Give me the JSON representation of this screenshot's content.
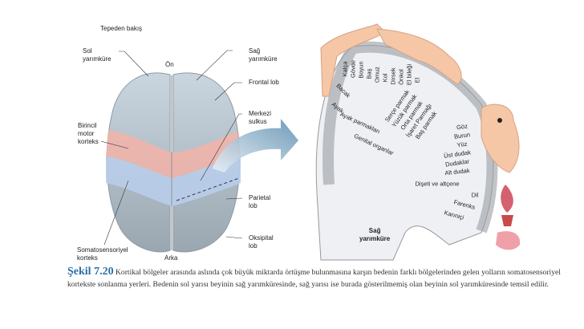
{
  "left_figure": {
    "title": "Tepeden bakış",
    "labels": {
      "sol": "Sol\nyarımküre",
      "on": "Ön",
      "sag": "Sağ\nyarımküre",
      "frontal": "Frontal lob",
      "merkezi": "Merkezi\nsulkus",
      "birincil": "Birincil\nmotor\nkorteks",
      "parietal": "Parietal\nlob",
      "oksipital": "Oksipital\nlob",
      "somato": "Somatosensoriyel\nkorteks",
      "arka": "Arka"
    }
  },
  "right_figure": {
    "hemisphere": "Sağ\nyarımküre",
    "body_parts": [
      "Kalça",
      "Gövde",
      "Boyun",
      "Baş",
      "Omuz",
      "Kol",
      "Dirsek",
      "Önkol",
      "El bileği",
      "El",
      "Serçe parmak",
      "Yüzük parmak",
      "Orta parmak",
      "İşaret Parmağı",
      "Baş parmak",
      "Göz",
      "Burun",
      "Yüz",
      "Üst dudak",
      "Dudaklar",
      "Alt dudak",
      "Dişeti ve altçene",
      "Dil",
      "Farenks",
      "Karıniçi",
      "Bacak",
      "Ayak",
      "Ayak parmakları",
      "Genital organlar"
    ]
  },
  "caption": {
    "figure_number": "Şekil 7.20",
    "text": "Kortikal bölgeler arasında aslında çok büyük miktarda örtüşme bulunmasına karşın bedenin farklı bölgelerinden gelen yolların somatosensoriyel kortekste sonlanma yerleri. Bedenin sol yarısı beyinin sağ yarımküresinde, sağ yarısı ise burada gösterilmemiş olan beyinin sol yarımküresinde temsil edilir."
  },
  "colors": {
    "accent": "#2a6fa8",
    "motor": "#f2b3a8",
    "sensory": "#b9cdea",
    "brain": "#b8c4cc"
  }
}
